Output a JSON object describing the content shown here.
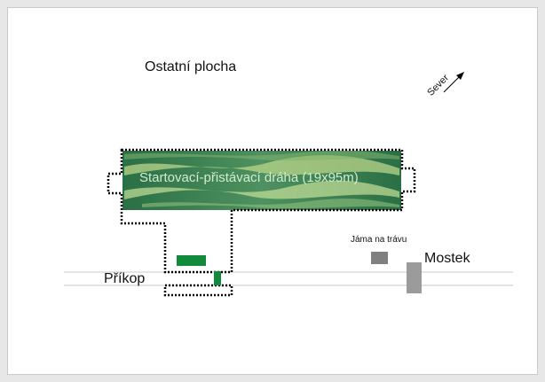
{
  "labels": {
    "area": "Ostatní plocha",
    "runway": "Startovací-přistávací dráha (19x95m)",
    "ditch": "Příkop",
    "pit": "Jáma na trávu",
    "bridge": "Mostek",
    "north": "Sever"
  },
  "colors": {
    "runway_dark": "#2f7d4c",
    "runway_mid": "#5c9f6a",
    "runway_light": "#d9e79a",
    "green_marker": "#128a3c",
    "pit": "#808080",
    "bridge": "#9b9b9b",
    "dotted_line": "#000000",
    "ditch_line": "#c8c8c8"
  },
  "icons": {
    "north_arrow": "north-arrow-icon"
  }
}
